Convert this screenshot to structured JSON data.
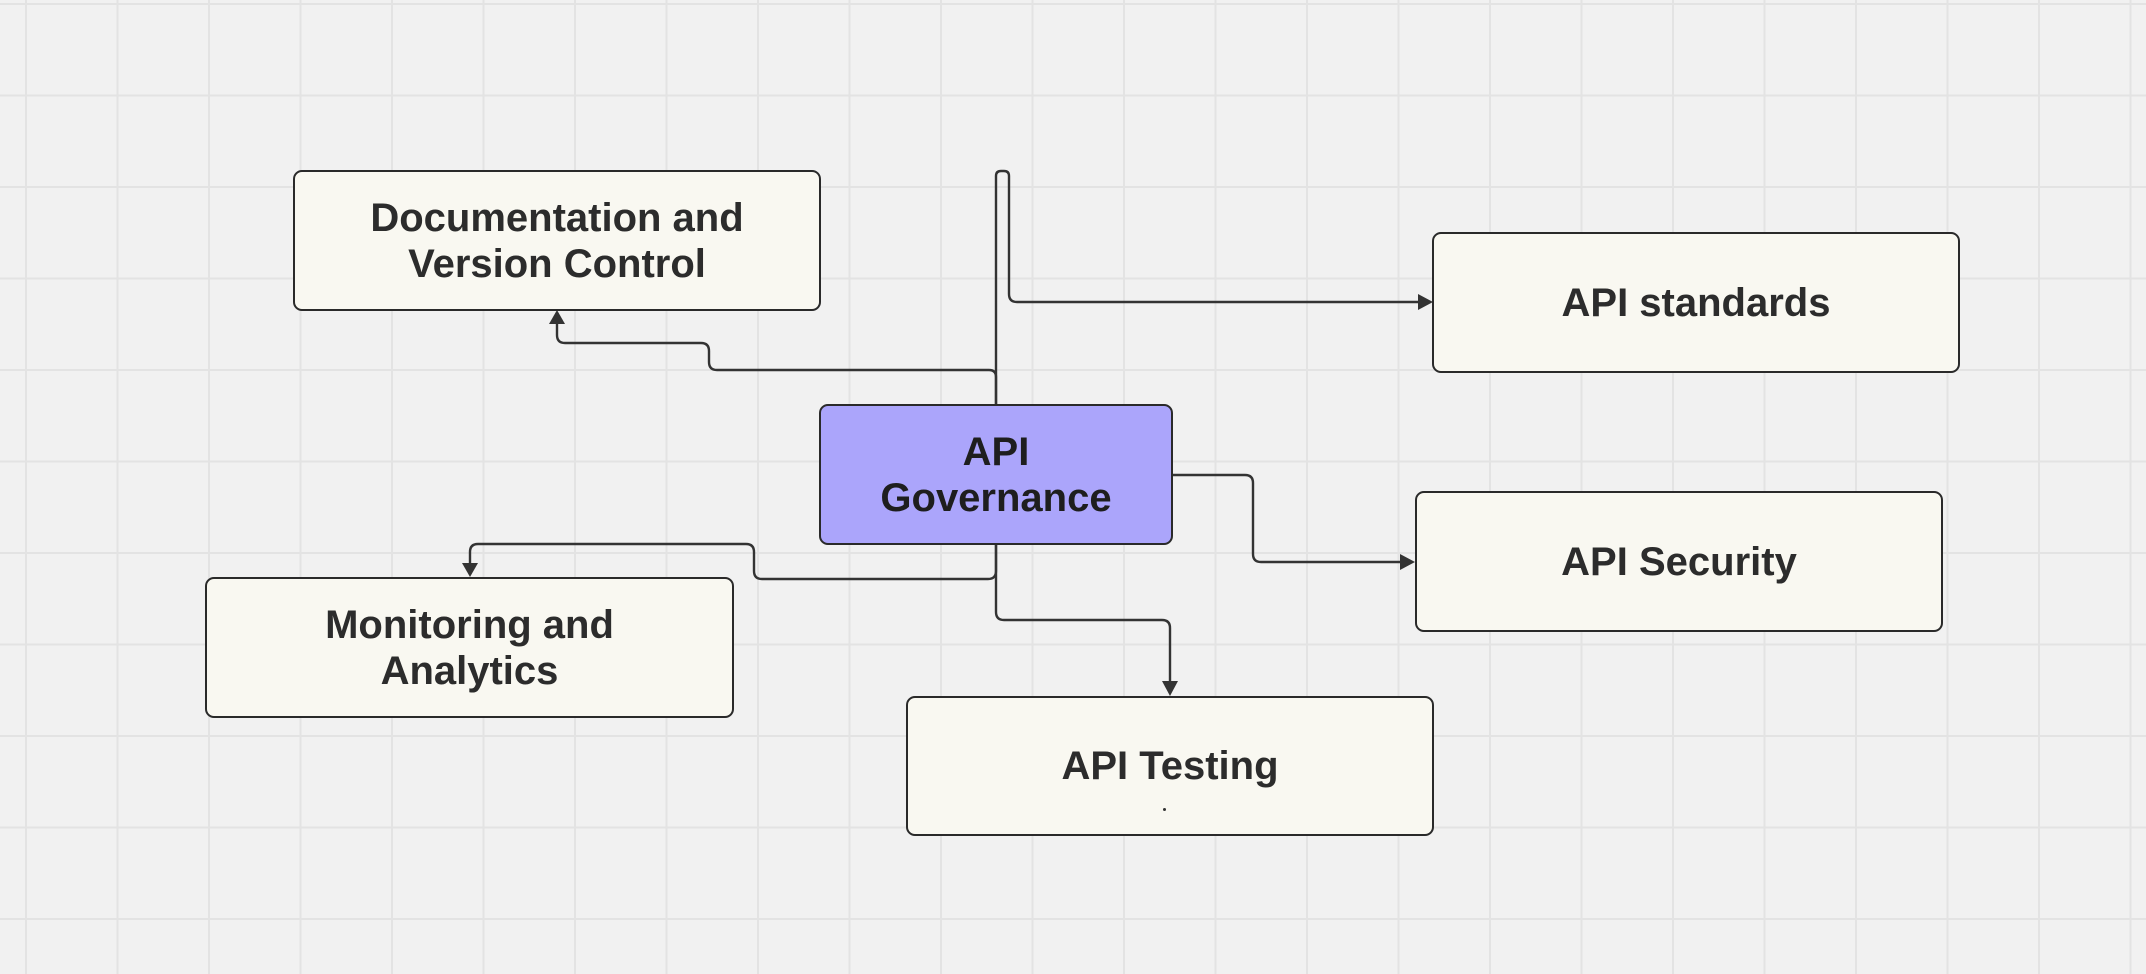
{
  "diagram": {
    "nodes": {
      "central": {
        "label": "API\nGovernance",
        "fill": "#aba5fb"
      },
      "documentation": {
        "label": "Documentation and\nVersion Control"
      },
      "standards": {
        "label": "API standards"
      },
      "security": {
        "label": "API Security"
      },
      "monitoring": {
        "label": "Monitoring and\nAnalytics"
      },
      "testing": {
        "label": "API Testing"
      }
    },
    "edges": [
      {
        "from": "central",
        "to": "documentation"
      },
      {
        "from": "central",
        "to": "standards"
      },
      {
        "from": "central",
        "to": "security"
      },
      {
        "from": "central",
        "to": "monitoring"
      },
      {
        "from": "central",
        "to": "testing"
      }
    ],
    "colors": {
      "node_fill": "#f9f8f1",
      "central_fill": "#aba5fb",
      "stroke": "#2a2a2a",
      "background": "#f1f1f1"
    }
  }
}
